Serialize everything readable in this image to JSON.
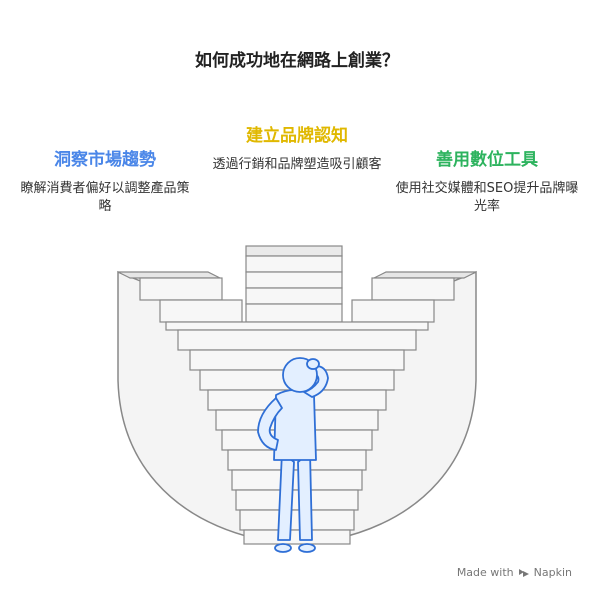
{
  "title": "如何成功地在網路上創業？",
  "sections": [
    {
      "heading": "洞察市場趨勢",
      "color": "#4A86E8",
      "description": "瞭解消費者偏好以調整產品策略"
    },
    {
      "heading": "建立品牌認知",
      "color": "#E0B800",
      "description": "透過行銷和品牌塑造吸引顧客"
    },
    {
      "heading": "善用數位工具",
      "color": "#2DB35E",
      "description": "使用社交媒體和SEO提升品牌曝光率"
    }
  ],
  "footer": {
    "made_with": "Made with",
    "brand": "Napkin"
  },
  "colors": {
    "stairs_fill": "#f2f2f2",
    "stairs_stroke": "#888888",
    "person_fill": "#e3efff",
    "person_stroke": "#2f6fd6"
  }
}
